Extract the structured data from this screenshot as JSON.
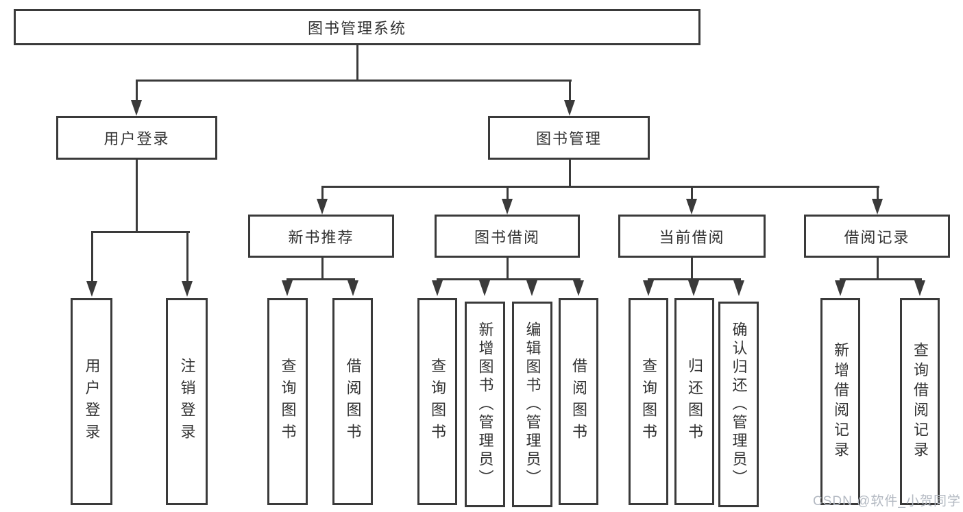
{
  "diagram": {
    "title": "图书管理系统",
    "nodes": [
      {
        "id": "root",
        "label": "图书管理系统",
        "level": 1
      },
      {
        "id": "user-login",
        "label": "用户登录",
        "level": 2
      },
      {
        "id": "book-management",
        "label": "图书管理",
        "level": 2
      },
      {
        "id": "new-book-recommend",
        "label": "新书推荐",
        "level": 3
      },
      {
        "id": "book-borrowing",
        "label": "图书借阅",
        "level": 3
      },
      {
        "id": "current-borrowing",
        "label": "当前借阅",
        "level": 3
      },
      {
        "id": "borrowing-records",
        "label": "借阅记录",
        "level": 3
      },
      {
        "id": "leaf-user-login",
        "label": "用户登录",
        "level": 4
      },
      {
        "id": "leaf-logout",
        "label": "注销登录",
        "level": 4
      },
      {
        "id": "leaf-nb-query-books",
        "label": "查询图书",
        "level": 4
      },
      {
        "id": "leaf-nb-borrow-books",
        "label": "借阅图书",
        "level": 4
      },
      {
        "id": "leaf-bb-query-books",
        "label": "查询图书",
        "level": 4
      },
      {
        "id": "leaf-bb-add-books",
        "label": "新增图书（管理员）",
        "level": 4
      },
      {
        "id": "leaf-bb-edit-books",
        "label": "编辑图书（管理员）",
        "level": 4
      },
      {
        "id": "leaf-bb-borrow-books",
        "label": "借阅图书",
        "level": 4
      },
      {
        "id": "leaf-cb-query-books",
        "label": "查询图书",
        "level": 4
      },
      {
        "id": "leaf-cb-return-books",
        "label": "归还图书",
        "level": 4
      },
      {
        "id": "leaf-cb-confirm-return",
        "label": "确认归还（管理员）",
        "level": 4
      },
      {
        "id": "leaf-br-add-record",
        "label": "新增借阅记录",
        "level": 4
      },
      {
        "id": "leaf-br-query-record",
        "label": "查询借阅记录",
        "level": 4
      }
    ],
    "edges": [
      {
        "from": "root",
        "to": "user-login"
      },
      {
        "from": "root",
        "to": "book-management"
      },
      {
        "from": "user-login",
        "to": "leaf-user-login"
      },
      {
        "from": "user-login",
        "to": "leaf-logout"
      },
      {
        "from": "book-management",
        "to": "new-book-recommend"
      },
      {
        "from": "book-management",
        "to": "book-borrowing"
      },
      {
        "from": "book-management",
        "to": "current-borrowing"
      },
      {
        "from": "book-management",
        "to": "borrowing-records"
      },
      {
        "from": "new-book-recommend",
        "to": "leaf-nb-query-books"
      },
      {
        "from": "new-book-recommend",
        "to": "leaf-nb-borrow-books"
      },
      {
        "from": "book-borrowing",
        "to": "leaf-bb-query-books"
      },
      {
        "from": "book-borrowing",
        "to": "leaf-bb-add-books"
      },
      {
        "from": "book-borrowing",
        "to": "leaf-bb-edit-books"
      },
      {
        "from": "book-borrowing",
        "to": "leaf-bb-borrow-books"
      },
      {
        "from": "current-borrowing",
        "to": "leaf-cb-query-books"
      },
      {
        "from": "current-borrowing",
        "to": "leaf-cb-return-books"
      },
      {
        "from": "current-borrowing",
        "to": "leaf-cb-confirm-return"
      },
      {
        "from": "borrowing-records",
        "to": "leaf-br-add-record"
      },
      {
        "from": "borrowing-records",
        "to": "leaf-br-query-record"
      }
    ]
  },
  "watermark": {
    "text": "CSDN @软件_小贺同学"
  },
  "colors": {
    "line": "#3a3a3a",
    "box_background": "#ffffff",
    "text": "#333333",
    "watermark": "#b3b9c2"
  }
}
